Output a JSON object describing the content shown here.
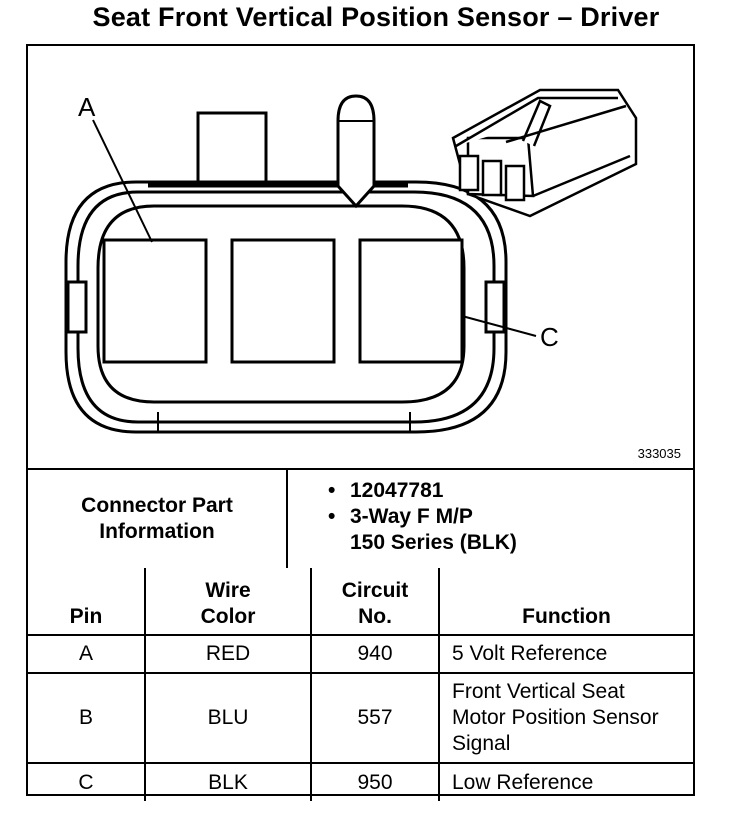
{
  "title": "Seat Front Vertical Position Sensor – Driver",
  "diagram": {
    "label_a": "A",
    "label_c": "C",
    "figure_id": "333035"
  },
  "part_info": {
    "label": "Connector Part Information",
    "items": [
      "12047781",
      "3-Way F M/P",
      "150 Series (BLK)"
    ]
  },
  "table": {
    "headers": {
      "pin": "Pin",
      "wire_color_1": "Wire",
      "wire_color_2": "Color",
      "circuit_1": "Circuit",
      "circuit_2": "No.",
      "function": "Function"
    },
    "rows": [
      {
        "pin": "A",
        "wire": "RED",
        "circuit": "940",
        "function": [
          "5 Volt Reference"
        ]
      },
      {
        "pin": "B",
        "wire": "BLU",
        "circuit": "557",
        "function": [
          "Front Vertical Seat",
          "Motor Position Sensor",
          "Signal"
        ]
      },
      {
        "pin": "C",
        "wire": "BLK",
        "circuit": "950",
        "function": [
          "Low Reference"
        ]
      }
    ]
  }
}
